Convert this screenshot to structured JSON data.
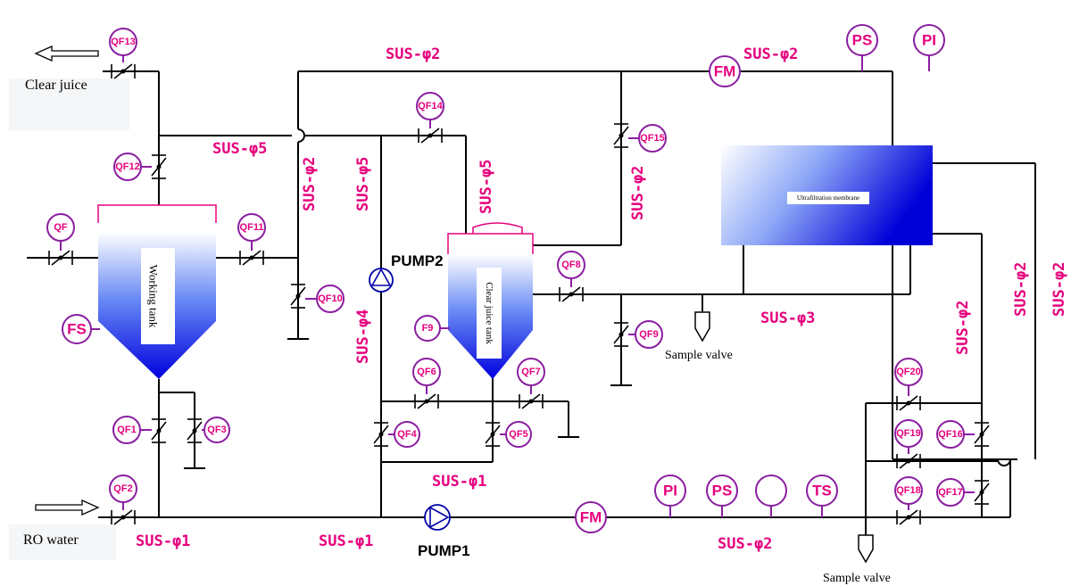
{
  "labels": {
    "clear_juice": "Clear juice",
    "ro_water": "RO water",
    "working_tank": "Working tank",
    "clear_juice_tank": "Clear juice tank",
    "uf_membrane": "Ultrafiltration membrane",
    "sample_valve_1": "Sample valve",
    "sample_valve_2": "Sample valve",
    "pump1": "PUMP1",
    "pump2": "PUMP2"
  },
  "pipes": {
    "p1": "SUS-φ2",
    "p2": "SUS-φ2",
    "p3": "SUS-φ5",
    "p4": "SUS-φ2",
    "p5": "SUS-φ5",
    "p6": "SUS-φ5",
    "p7": "SUS-φ2",
    "p8": "SUS-φ4",
    "p9": "SUS-φ3",
    "p10": "SUS-φ1",
    "p11": "SUS-φ1",
    "p12": "SUS-φ1",
    "p13": "SUS-φ2",
    "p14": "SUS-φ2",
    "p15": "SUS-φ2",
    "p16": "SUS-φ2"
  },
  "valves": {
    "qf13": "QF13",
    "qf12": "QF12",
    "qf": "QF",
    "qf11": "QF11",
    "qf10": "QF10",
    "qf14": "QF14",
    "qf15": "QF15",
    "qf8": "QF8",
    "qf9": "QF9",
    "qf6": "QF6",
    "qf7": "QF7",
    "qf4": "QF4",
    "qf5": "QF5",
    "qf1": "QF1",
    "qf3": "QF3",
    "qf2": "QF2",
    "qf20": "QF20",
    "qf19": "QF19",
    "qf16": "QF16",
    "qf18": "QF18",
    "qf17": "QF17"
  },
  "instruments": {
    "fm_top": "FM",
    "ps_top": "PS",
    "pi_top": "PI",
    "fs": "FS",
    "f9": "F9",
    "pi_bottom": "PI",
    "ps_bottom": "PS",
    "ts": "TS",
    "fm_bottom": "FM"
  },
  "colors": {
    "pipe": "#000000",
    "tag_text": "#e6007e",
    "tag_ring": "#8a1ea0",
    "tank_blue": "#0000dd"
  }
}
